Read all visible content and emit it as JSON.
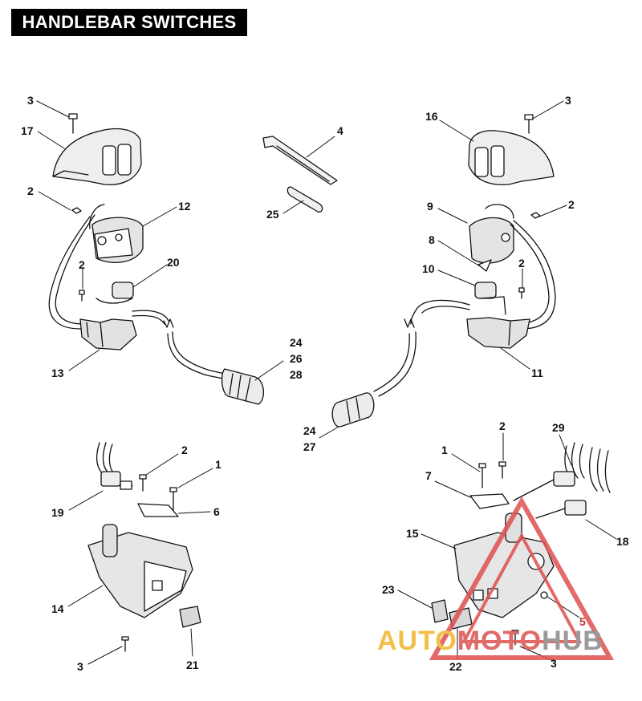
{
  "title": "HANDLEBAR SWITCHES",
  "callouts": [
    {
      "id": "c3a",
      "text": "3"
    },
    {
      "id": "c17",
      "text": "17"
    },
    {
      "id": "c2a",
      "text": "2"
    },
    {
      "id": "c12",
      "text": "12"
    },
    {
      "id": "c2b",
      "text": "2"
    },
    {
      "id": "c20",
      "text": "20"
    },
    {
      "id": "c13",
      "text": "13"
    },
    {
      "id": "c24a",
      "text": "24"
    },
    {
      "id": "c26",
      "text": "26"
    },
    {
      "id": "c28",
      "text": "28"
    },
    {
      "id": "c4",
      "text": "4"
    },
    {
      "id": "c25",
      "text": "25"
    },
    {
      "id": "c16",
      "text": "16"
    },
    {
      "id": "c3b",
      "text": "3"
    },
    {
      "id": "c2c",
      "text": "2"
    },
    {
      "id": "c9",
      "text": "9"
    },
    {
      "id": "c8",
      "text": "8"
    },
    {
      "id": "c10",
      "text": "10"
    },
    {
      "id": "c2d",
      "text": "2"
    },
    {
      "id": "c11",
      "text": "11"
    },
    {
      "id": "c24b",
      "text": "24"
    },
    {
      "id": "c27",
      "text": "27"
    },
    {
      "id": "c2e",
      "text": "2"
    },
    {
      "id": "c1a",
      "text": "1"
    },
    {
      "id": "c6",
      "text": "6"
    },
    {
      "id": "c19",
      "text": "19"
    },
    {
      "id": "c14",
      "text": "14"
    },
    {
      "id": "c3c",
      "text": "3"
    },
    {
      "id": "c21",
      "text": "21"
    },
    {
      "id": "c1b",
      "text": "1"
    },
    {
      "id": "c2f",
      "text": "2"
    },
    {
      "id": "c29",
      "text": "29"
    },
    {
      "id": "c7",
      "text": "7"
    },
    {
      "id": "c15",
      "text": "15"
    },
    {
      "id": "c18",
      "text": "18"
    },
    {
      "id": "c23",
      "text": "23"
    },
    {
      "id": "c5",
      "text": "5"
    },
    {
      "id": "c22",
      "text": "22"
    },
    {
      "id": "c3d",
      "text": "3"
    }
  ],
  "watermark": {
    "part1": "AUTO",
    "part2": "MOTO",
    "part3": "HUB",
    "colors": {
      "auto": "#f2c04a",
      "moto": "#e06b6b",
      "hub": "#9a9a9a",
      "triangle": "#e05050"
    }
  }
}
